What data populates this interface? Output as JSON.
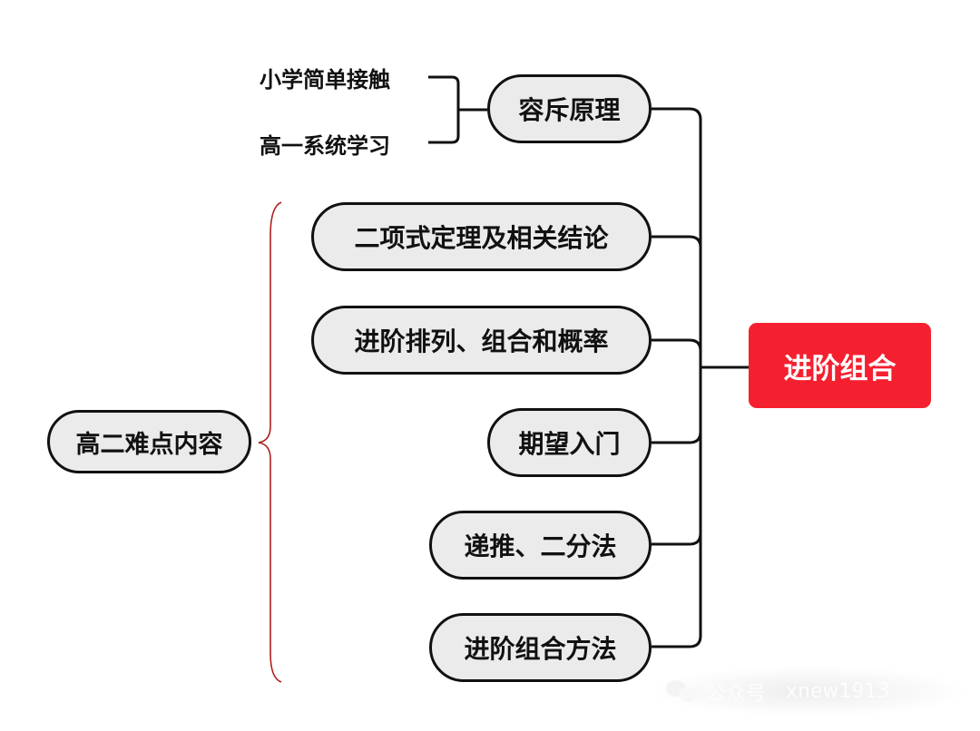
{
  "root": {
    "label": "进阶组合",
    "color": "#f5202f"
  },
  "branches": [
    {
      "label": "容斥原理",
      "children": [
        "小学简单接触",
        "高一系统学习"
      ]
    },
    {
      "label": "二项式定理及相关结论"
    },
    {
      "label": "进阶排列、组合和概率"
    },
    {
      "label": "期望入门"
    },
    {
      "label": "递推、二分法"
    },
    {
      "label": "进阶组合方法"
    }
  ],
  "summary": {
    "label": "高二难点内容",
    "brace_color": "#b02020"
  },
  "watermark": {
    "prefix": "公众号",
    "account": "xnew1913"
  }
}
